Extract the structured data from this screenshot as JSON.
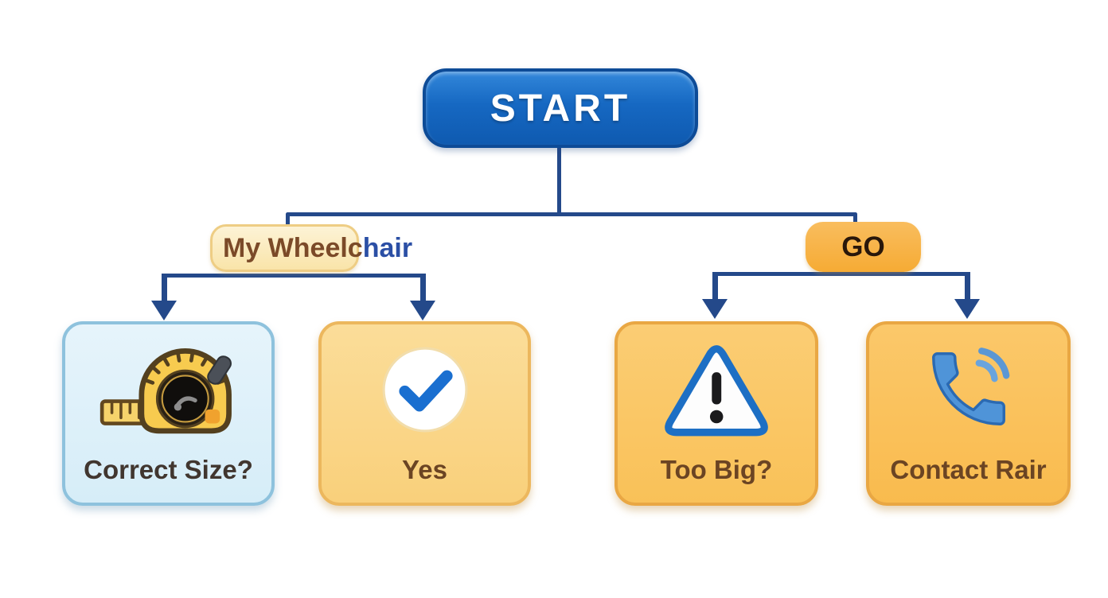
{
  "start": {
    "label": "START"
  },
  "branches": {
    "left": {
      "label_full": "My Wheelchair",
      "inside": "My Wheelc",
      "overflow": "hair"
    },
    "right": {
      "label": "GO"
    }
  },
  "nodes": [
    {
      "id": "correct-size",
      "label": "Correct Size?",
      "icon": "tape-measure-icon"
    },
    {
      "id": "yes",
      "label": "Yes",
      "icon": "checkmark-icon"
    },
    {
      "id": "too-big",
      "label": "Too Big?",
      "icon": "warning-triangle-icon"
    },
    {
      "id": "contact-rair",
      "label": "Contact Rair",
      "icon": "phone-call-icon"
    }
  ],
  "colors": {
    "start_blue": "#1668c2",
    "start_border": "#0d4b97",
    "connector_navy": "#24498a",
    "pill_cream_bg": "#fbeec0",
    "pill_cream_border": "#eecd84",
    "pill_orange": "#f6b148",
    "card_blue_bg": "#ddeff9",
    "card_blue_border": "#8ec2dd",
    "card_yellow_bg": "#fad78c",
    "card_orange_bg": "#fac462",
    "card_orange_border": "#e9a743",
    "text_brown": "#6b4423",
    "text_dark": "#41362f",
    "text_blue_overflow": "#2b4fa5",
    "icon_blue": "#1a6fd0"
  }
}
